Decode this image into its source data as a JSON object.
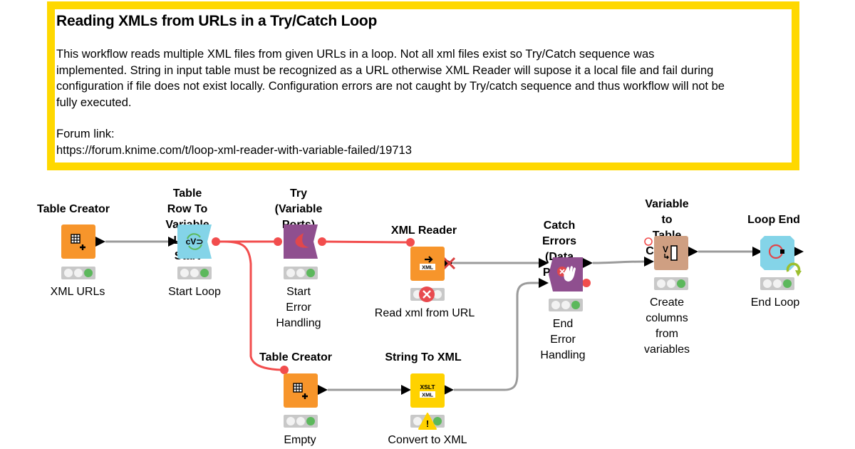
{
  "annotation": {
    "title": "Reading XMLs from URLs in a Try/Catch Loop",
    "body_lines": [
      "This workflow reads multiple XML files from given URLs in a loop. Not all xml files exist so Try/Catch sequence was",
      "implemented. String in input table must be recognized as a URL otherwise XML Reader will supose it a local file and fail during",
      "configuration if file does not exist locally. Configuration errors are not caught by Try/catch sequence and thus workflow will not be",
      "fully executed."
    ],
    "forum_label": "Forum link:",
    "forum_url": "https://forum.knime.com/t/loop-xml-reader-with-variable-failed/19713",
    "border_color": "#ffd800"
  },
  "colors": {
    "table_port_connection": "#9b9b9b",
    "variable_port_connection": "#f24d4d",
    "source_node": "#f7952b",
    "loop_node": "#84d4e8",
    "scope_node": "#8f4f8f",
    "manipulator_node": "#cf9f82",
    "xml_node": "#ffd200",
    "status_ok": "#5cb85c",
    "status_error": "#e84a4f"
  },
  "nodes": [
    {
      "id": "table-creator-1",
      "name": "Table Creator",
      "label": "XML URLs",
      "type": "source",
      "icon": "table-plus-icon",
      "status": "executed"
    },
    {
      "id": "table-row-loop-start",
      "name": "Table Row To\nVariable Loop Start",
      "label": "Start Loop",
      "type": "loop",
      "icon": "variable-loop-icon",
      "status": "executed"
    },
    {
      "id": "try-variable",
      "name": "Try (Variable\nPorts)",
      "label": "Start\nError Handling",
      "type": "scope",
      "icon": "try-icon",
      "status": "executed"
    },
    {
      "id": "xml-reader",
      "name": "XML Reader",
      "label": "Read xml from URL",
      "type": "source",
      "icon": "xml-read-icon",
      "status": "error"
    },
    {
      "id": "catch-errors",
      "name": "Catch Errors\n(Data Ports)",
      "label": "End\nError Handling",
      "type": "scope",
      "icon": "catch-hand-icon",
      "status": "executed"
    },
    {
      "id": "variable-to-table-column",
      "name": "Variable to\nTable Column",
      "label": "Create columns\nfrom variables",
      "type": "manipulator",
      "icon": "variable-column-icon",
      "status": "executed"
    },
    {
      "id": "loop-end",
      "name": "Loop End",
      "label": "End Loop",
      "type": "loop",
      "icon": "loop-end-icon",
      "status": "executed"
    },
    {
      "id": "table-creator-2",
      "name": "Table Creator",
      "label": "Empty",
      "type": "source",
      "icon": "table-plus-icon",
      "status": "executed"
    },
    {
      "id": "string-to-xml",
      "name": "String To XML",
      "label": "Convert to XML",
      "type": "xml",
      "icon": "xslt-xml-icon",
      "status": "warning"
    }
  ],
  "icon_text": {
    "loop_start": "cV⊃",
    "xml": "XML",
    "xslt": "XSLT",
    "var_v": "V",
    "warning": "!"
  }
}
